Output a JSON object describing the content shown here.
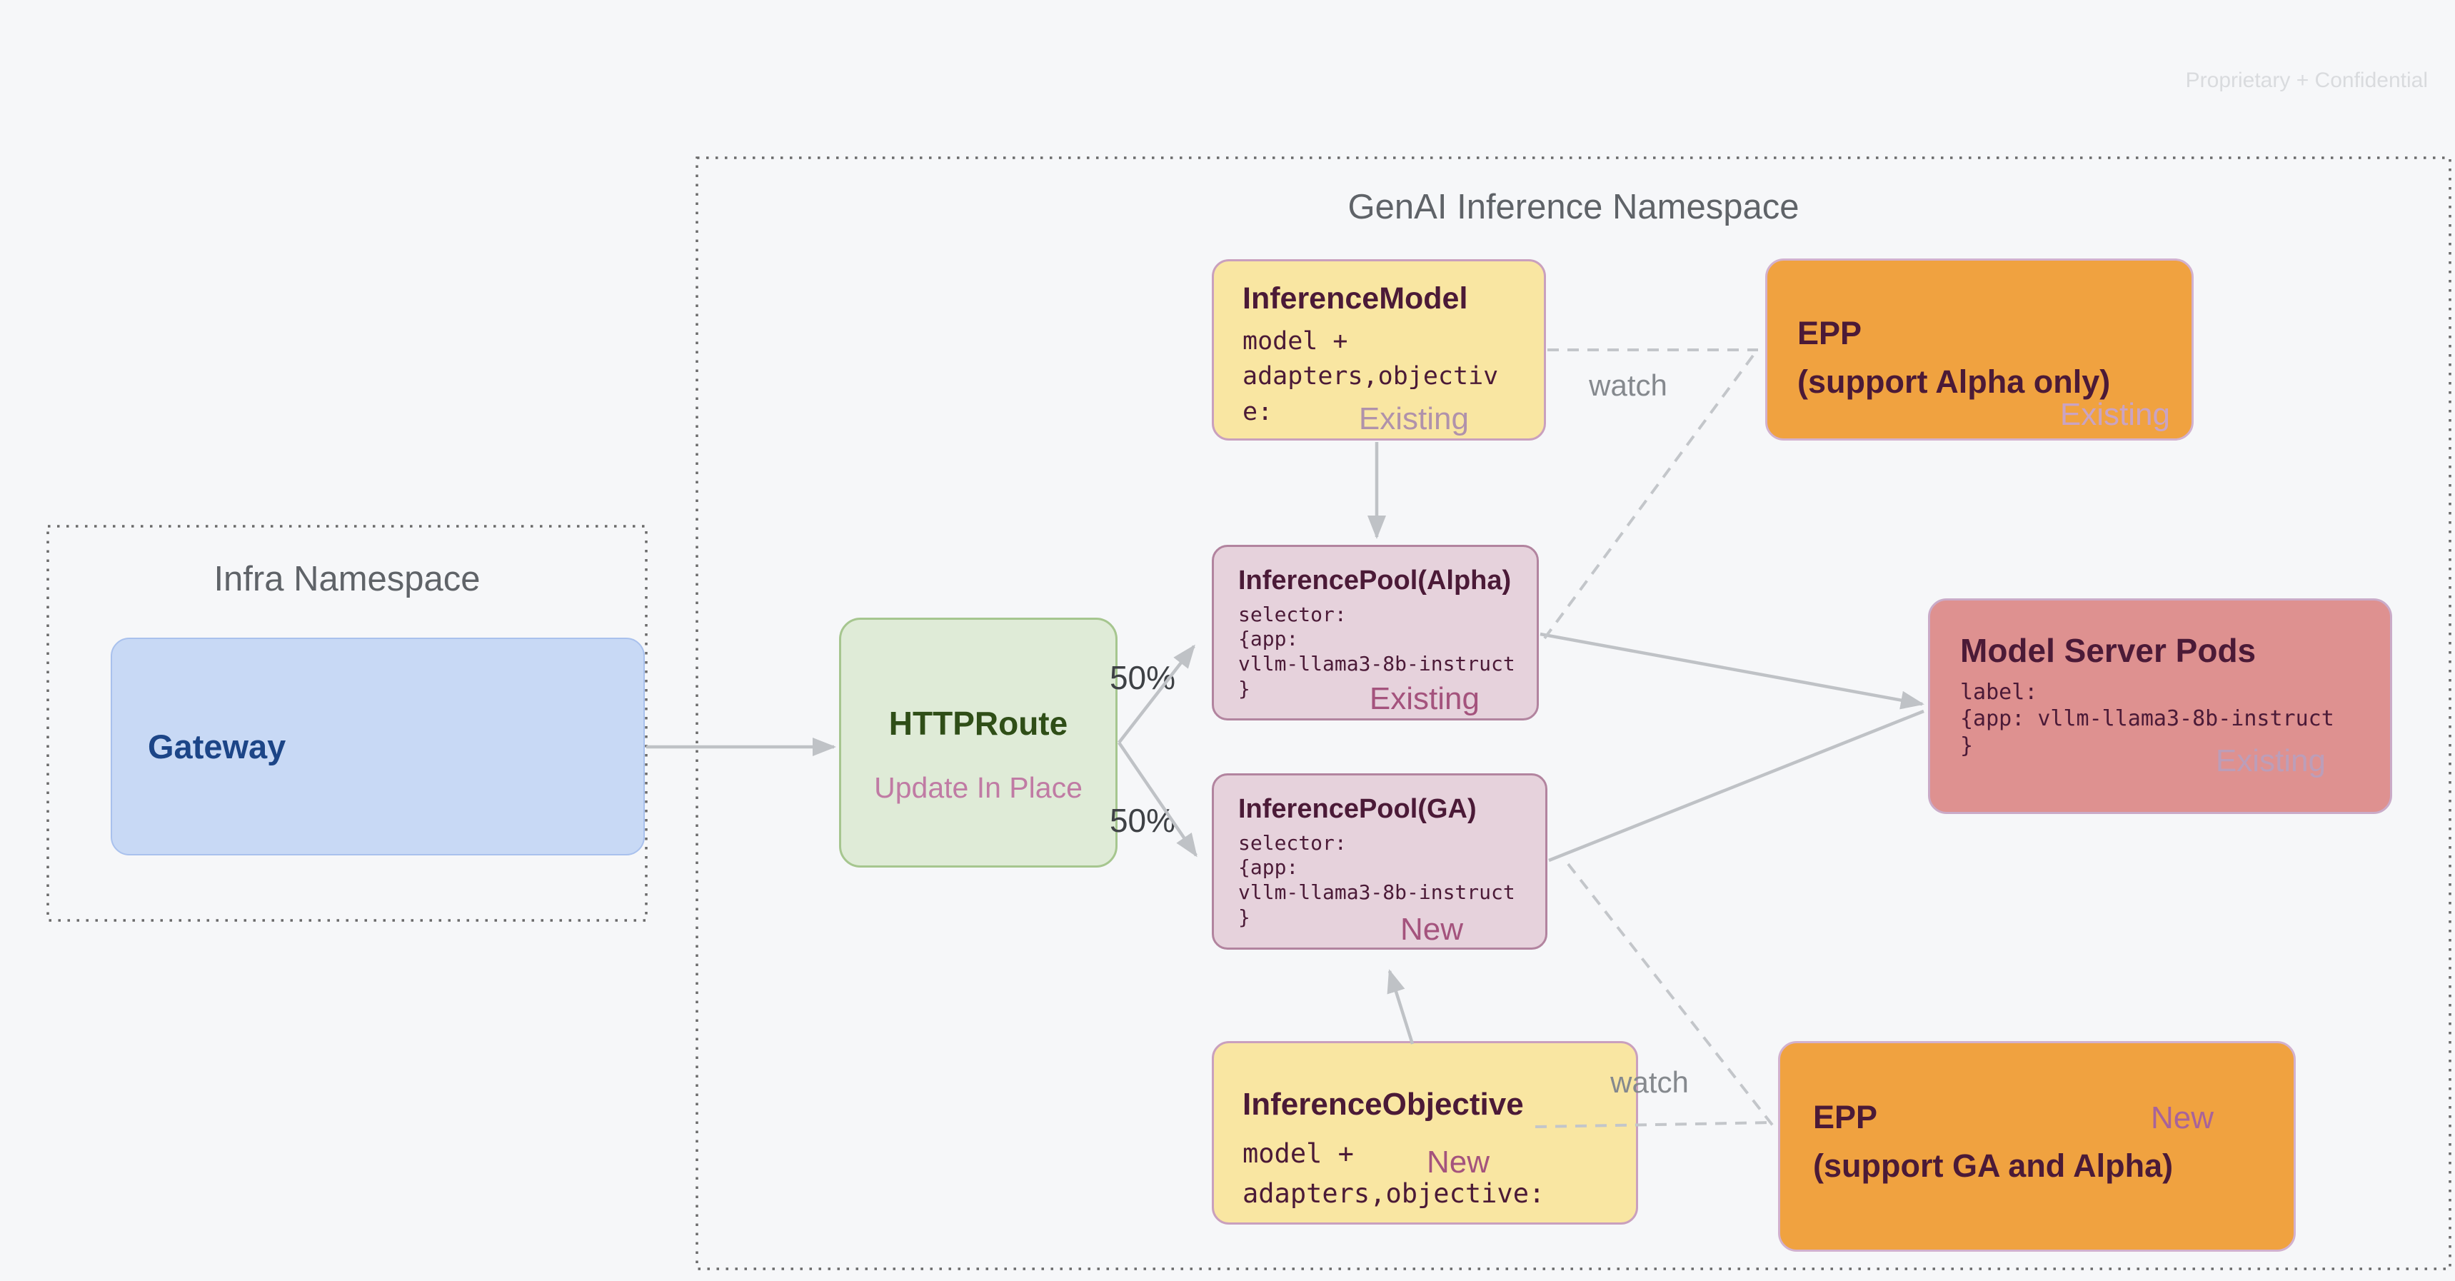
{
  "page": {
    "watermark": "Proprietary + Confidential"
  },
  "colors": {
    "background": "#F6F7F9",
    "yellow_node": "#F9E6A2",
    "pink_node": "#E6D2DC",
    "orange_node": "#F0A240",
    "salmon_node": "#DE9190",
    "blue_node": "#C8D9F5",
    "green_node": "#DFEBD7",
    "node_title_text": "#4B1A37",
    "badge_accent": "#A4537D",
    "namespace_title_text": "#5F6368",
    "arrow": "#BFC2C6"
  },
  "namespaces": {
    "genai": {
      "title": "GenAI Inference Namespace"
    },
    "infra": {
      "title": "Infra Namespace"
    }
  },
  "nodes": {
    "gateway": {
      "title": "Gateway"
    },
    "httproute": {
      "title": "HTTPRoute",
      "subtitle": "Update In Place"
    },
    "inference_model": {
      "title": "InferenceModel",
      "body": "model +\nadapters,objectiv\ne:",
      "badge": "Existing"
    },
    "epp_alpha": {
      "title": "EPP",
      "subtitle": "(support Alpha only)",
      "badge": "Existing"
    },
    "pool_alpha": {
      "title": "InferencePool(Alpha)",
      "body": "selector:\n{app:\nvllm-llama3-8b-instruct\n}",
      "badge": "Existing"
    },
    "pool_ga": {
      "title": "InferencePool(GA)",
      "body": "selector:\n{app:\nvllm-llama3-8b-instruct\n}",
      "badge": "New"
    },
    "pods": {
      "title": "Model Server Pods",
      "body": "label:\n{app: vllm-llama3-8b-instruct\n}",
      "badge": "Existing"
    },
    "inference_objective": {
      "title": "InferenceObjective",
      "body": "model +\nadapters,objective:",
      "badge": "New"
    },
    "epp_ga": {
      "title": "EPP",
      "subtitle": "(support GA and Alpha)",
      "badge": "New"
    }
  },
  "edge_labels": {
    "split_top": "50%",
    "split_bottom": "50%",
    "watch_top": "watch",
    "watch_bottom": "watch"
  }
}
